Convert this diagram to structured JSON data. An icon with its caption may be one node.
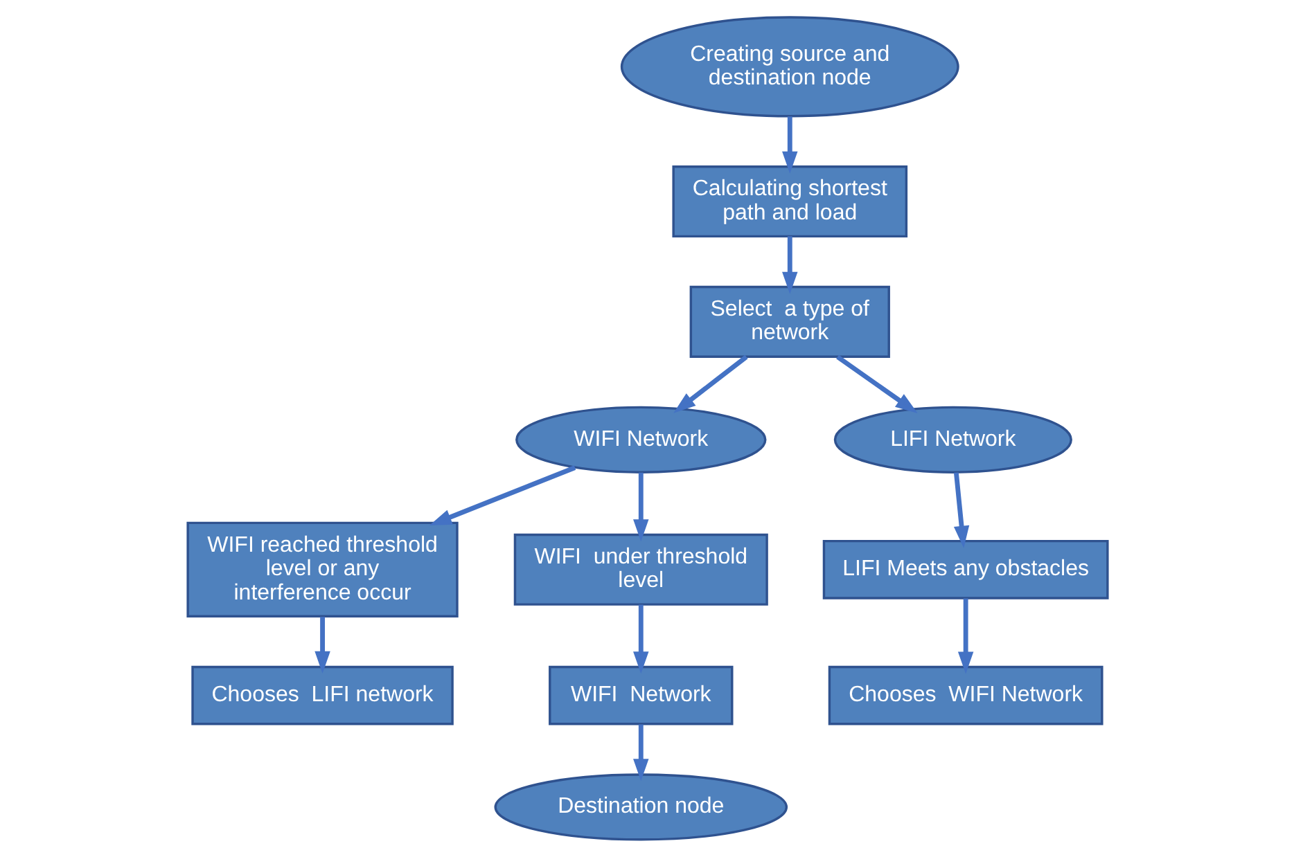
{
  "diagram": {
    "nodes": [
      {
        "text": [
          "Creating source and destination node"
        ]
      },
      {
        "text": [
          "Calculating shortest path and load"
        ]
      },
      {
        "text": [
          "Select  a type of network"
        ]
      },
      {
        "text": [
          "WIFI Network"
        ]
      },
      {
        "text": [
          "LIFI Network"
        ]
      },
      {
        "text": [
          "WIFI reached threshold level or any interference occur"
        ]
      },
      {
        "text": [
          "WIFI  under threshold level"
        ]
      },
      {
        "text": [
          "LIFI Meets any obstacles"
        ]
      },
      {
        "text": [
          "Chooses  LIFI network"
        ]
      },
      {
        "text": [
          "WIFI  Network"
        ]
      },
      {
        "text": [
          "Chooses  WIFI Network"
        ]
      },
      {
        "text": [
          "Destination node"
        ]
      }
    ],
    "edges": [
      {
        "from": 0,
        "to": 1,
        "arrow": "to"
      },
      {
        "from": 1,
        "to": 2,
        "arrow": "to"
      },
      {
        "from": 2,
        "to": 3,
        "arrow": "to"
      },
      {
        "from": 2,
        "to": 4,
        "arrow": "to"
      },
      {
        "from": 3,
        "to": 5,
        "arrow": "to"
      },
      {
        "from": 3,
        "to": 6,
        "arrow": "to"
      },
      {
        "from": 4,
        "to": 7,
        "arrow": "to"
      },
      {
        "from": 5,
        "to": 8,
        "arrow": "to"
      },
      {
        "from": 6,
        "to": 9,
        "arrow": "to"
      },
      {
        "from": 9,
        "to": 11,
        "arrow": "to"
      },
      {
        "from": 7,
        "to": 10,
        "arrow": "to"
      }
    ]
  }
}
